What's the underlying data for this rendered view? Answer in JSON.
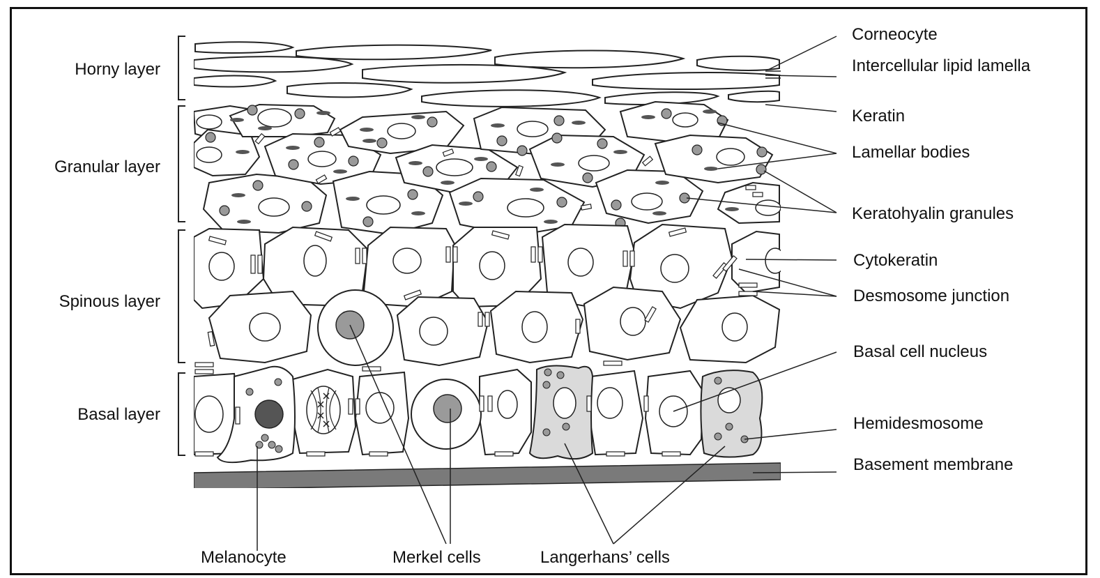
{
  "layers": {
    "horny": "Horny layer",
    "granular": "Granular layer",
    "spinous": "Spinous layer",
    "basal": "Basal layer"
  },
  "right_labels": {
    "corneocyte": "Corneocyte",
    "lipid": "Intercellular lipid lamella",
    "keratin": "Keratin",
    "lamellar": "Lamellar bodies",
    "keratohyalin": "Keratohyalin granules",
    "cytokeratin": "Cytokeratin",
    "desmosome": "Desmosome junction",
    "basal_nucleus": "Basal cell nucleus",
    "hemidesmosome": "Hemidesmosome",
    "basement": "Basement membrane"
  },
  "bottom_labels": {
    "melanocyte": "Melanocyte",
    "merkel": "Merkel cells",
    "langerhans": "Langerhans’ cells"
  },
  "colors": {
    "line": "#222222",
    "granule": "#9a9a9a",
    "dark_nucleus": "#555555",
    "langerhans_fill": "#dadada",
    "membrane": "#7a7a7a"
  }
}
